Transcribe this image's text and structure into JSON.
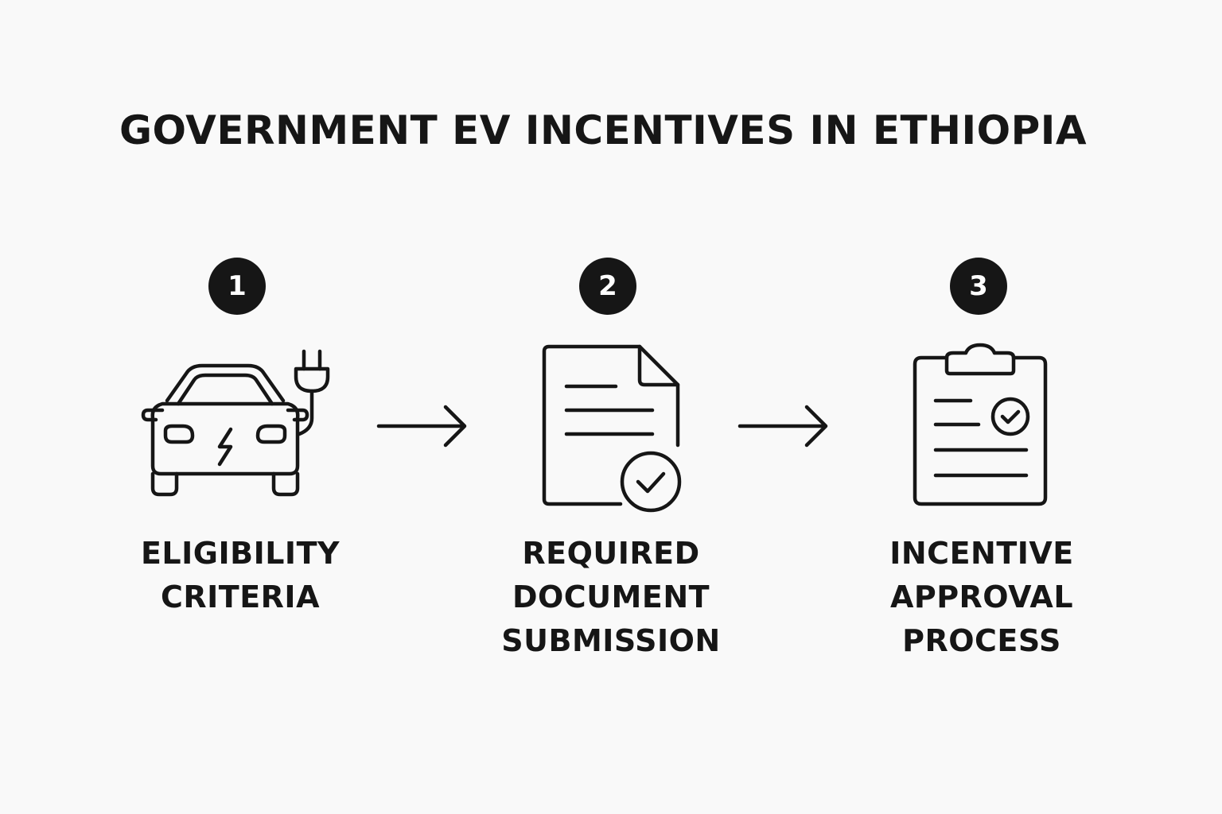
{
  "title": "GOVERNMENT EV INCENTIVES IN ETHIOPIA",
  "steps": [
    {
      "number": "1",
      "icon": "electric-car-icon",
      "label_lines": [
        "ELIGIBILITY",
        "CRITERIA"
      ]
    },
    {
      "number": "2",
      "icon": "document-check-icon",
      "label_lines": [
        "REQUIRED",
        "DOCUMENT",
        "SUBMISSION"
      ]
    },
    {
      "number": "3",
      "icon": "clipboard-check-icon",
      "label_lines": [
        "INCENTIVE",
        "APPROVAL",
        "PROCESS"
      ]
    }
  ],
  "colors": {
    "background": "#f9f9f9",
    "foreground": "#161616",
    "badge_text": "#ffffff"
  }
}
